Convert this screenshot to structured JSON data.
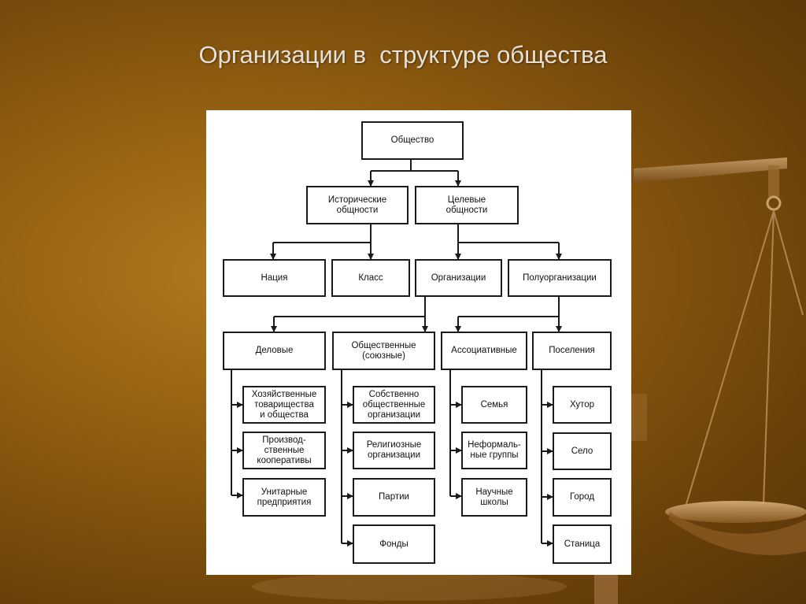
{
  "slide": {
    "title": "Организации в  структуре общества"
  },
  "diagram": {
    "root": "Общество",
    "level1": [
      "Исторические\nобщности",
      "Целевые\nобщности"
    ],
    "level2": [
      "Нация",
      "Класс",
      "Организации",
      "Полуорганизации"
    ],
    "level3": [
      "Деловые",
      "Общественные\n(союзные)",
      "Ассоциативные",
      "Поселения"
    ],
    "delovye": [
      "Хозяйственные\nтоварищества\nи общества",
      "Производ-\nственные\nкооперативы",
      "Унитарные\nпредприятия"
    ],
    "obshchestvennye": [
      "Собственно\nобщественные\nорганизации",
      "Религиозные\nорганизации",
      "Партии",
      "Фонды"
    ],
    "associativnye": [
      "Семья",
      "Неформаль-\nные группы",
      "Научные\nшколы"
    ],
    "poseleniya": [
      "Хутор",
      "Село",
      "Город",
      "Станица"
    ]
  },
  "colors": {
    "background": "#8e5c10",
    "title": "#e5e0d8",
    "panel": "#ffffff",
    "ink": "#1a1a1a"
  }
}
